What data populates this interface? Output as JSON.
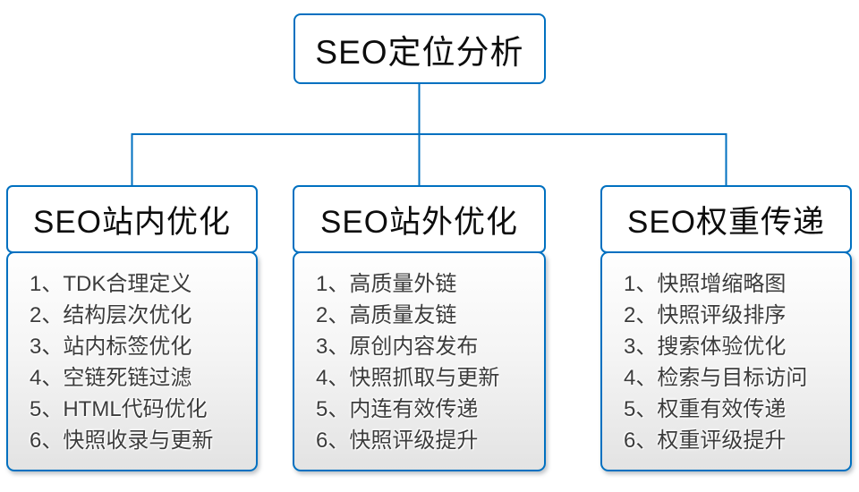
{
  "diagram": {
    "root": {
      "title": "SEO定位分析"
    },
    "columns": [
      {
        "title": "SEO站内优化",
        "items": [
          "1、TDK合理定义",
          "2、结构层次优化",
          "3、站内标签优化",
          "4、空链死链过滤",
          "5、HTML代码优化",
          "6、快照收录与更新"
        ]
      },
      {
        "title": "SEO站外优化",
        "items": [
          "1、高质量外链",
          "2、高质量友链",
          "3、原创内容发布",
          "4、快照抓取与更新",
          "5、内连有效传递",
          "6、快照评级提升"
        ]
      },
      {
        "title": "SEO权重传递",
        "items": [
          "1、快照增缩略图",
          "2、快照评级排序",
          "3、搜索体验优化",
          "4、检索与目标访问",
          "5、权重有效传递",
          "6、权重评级提升"
        ]
      }
    ],
    "colors": {
      "line_blue": "#0070C0",
      "title_text": "#0d0d0d",
      "item_text": "#3c3c3c",
      "list_bg_top": "#fefefe",
      "list_bg_bottom": "#e3e3e3"
    }
  }
}
